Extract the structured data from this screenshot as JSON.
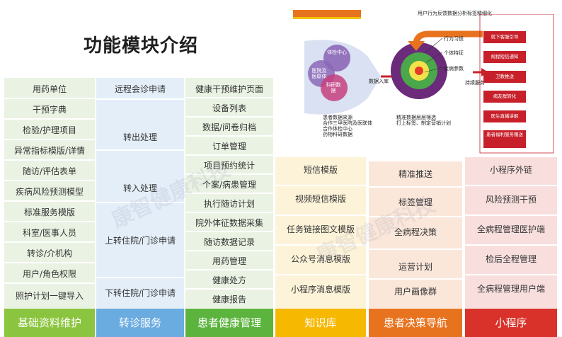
{
  "title": "功能模块介绍",
  "columns": [
    {
      "footer": "基础资料维护",
      "items": [
        "用药单位",
        "干预字典",
        "检验/护理项目",
        "异常指标模版/详情",
        "随访/评估表单",
        "疾病风险预测模型",
        "标准服务模版",
        "科室/医事人员",
        "转诊/介机构",
        "用户/角色权限",
        "照护计划一键导入"
      ]
    },
    {
      "footer": "转诊服务",
      "items": [
        "远程会诊申请",
        "转出处理",
        "转入处理",
        "上转住院/门诊申请",
        "下转住院/门诊申请"
      ]
    },
    {
      "footer": "患者健康管理",
      "items": [
        "健康干预维护页面",
        "设备列表",
        "数据/问卷归档",
        "订单管理",
        "项目预约统计",
        "个案/病患管理",
        "执行随访计划",
        "院外体征数据采集",
        "随访数据记录",
        "用药管理",
        "健康处方",
        "健康报告"
      ]
    },
    {
      "footer": "知识库",
      "items": [
        "短信模版",
        "视频短信模版",
        "任务链接图文模版",
        "公众号消息模版",
        "小程序消息模版"
      ]
    },
    {
      "footer": "患者决策导航",
      "items": [
        "精准推送",
        "标签管理",
        "全病程决策",
        "运营计划",
        "用户画像群"
      ]
    },
    {
      "footer": "小程序",
      "items": [
        "小程序外链",
        "风险预测干预",
        "全病程管理医护端",
        "检后全程管理",
        "全病程管理用户端"
      ]
    }
  ],
  "diagram": {
    "top_caption": "用户行为反馈数据分析标签精细化",
    "venn": [
      "体检中心",
      "医院及医联体",
      "科研数据"
    ],
    "venn_caption": [
      "患者数据来源",
      "合作三甲医院及医联体",
      "合作体检中心",
      "药物科研数据"
    ],
    "data_in_label": "数据入库",
    "ring_labels": [
      "行为习惯",
      "个体特征",
      "疾病参数"
    ],
    "ring_caption": [
      "精准数据层层筛选",
      "打上标签、制定营销计划"
    ],
    "service_label": "持续服务",
    "red_boxes": [
      "就下客服引导",
      "规程短信通知",
      "卫教推送",
      "病友群转化",
      "医生直播讲解",
      "患者福利服务赠送"
    ]
  },
  "watermark": "康智健康科技",
  "colors": {
    "green_footer": "#8bc53f",
    "blue_footer": "#6aabe0",
    "green_footer2": "#5cb43e",
    "yellow_footer": "#f6b800",
    "orange_footer": "#e8731f",
    "red_footer": "#d8322a",
    "green_band": "#eaf3e3",
    "blue_band": "#e3eef8",
    "yellow_band": "#fdf3d9",
    "orange_band": "#fbe7da",
    "red_band": "#f8dfde",
    "diagram_red": "#c8202a"
  }
}
